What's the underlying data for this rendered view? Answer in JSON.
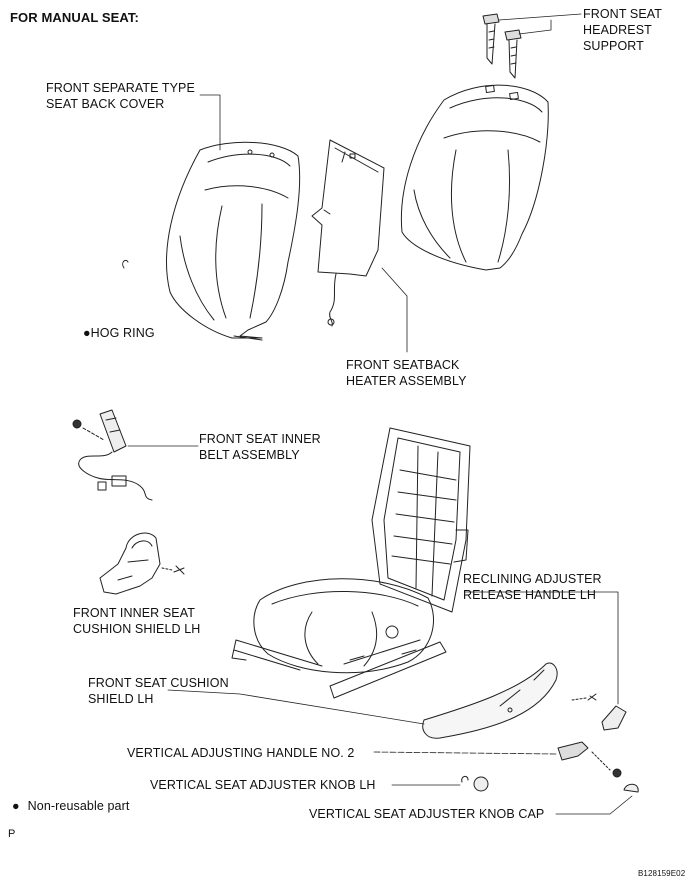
{
  "header": {
    "title": "FOR MANUAL SEAT:"
  },
  "labels": {
    "headrest_support": [
      "FRONT SEAT",
      "HEADREST",
      "SUPPORT"
    ],
    "seat_back_cover": [
      "FRONT SEPARATE TYPE",
      "SEAT BACK COVER"
    ],
    "hog_ring": "HOG RING",
    "seatback_heater": [
      "FRONT SEATBACK",
      "HEATER ASSEMBLY"
    ],
    "inner_belt": [
      "FRONT SEAT INNER",
      "BELT ASSEMBLY"
    ],
    "inner_cushion_shield": [
      "FRONT INNER SEAT",
      "CUSHION SHIELD LH"
    ],
    "reclining_handle": [
      "RECLINING ADJUSTER",
      "RELEASE HANDLE LH"
    ],
    "cushion_shield": [
      "FRONT SEAT CUSHION",
      "SHIELD LH"
    ],
    "vertical_handle": "VERTICAL ADJUSTING HANDLE NO. 2",
    "vertical_knob": "VERTICAL SEAT ADJUSTER KNOB LH",
    "vertical_knob_cap": "VERTICAL SEAT ADJUSTER KNOB CAP"
  },
  "legend": {
    "symbol": "●",
    "text": "Non-reusable part"
  },
  "corner_mark": "P",
  "figure_code": "B128159E02"
}
